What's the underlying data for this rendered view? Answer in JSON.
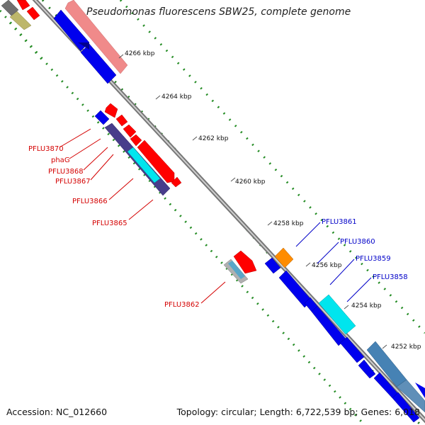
{
  "title": "Pseudomonas fluorescens SBW25, complete genome",
  "accession": "Accession: NC_012660",
  "summary": "Topology: circular; Length: 6,722,539 bp; Genes: 6,018",
  "ruler": {
    "ticks": [
      "4266 kbp",
      "4264 kbp",
      "4262 kbp",
      "4260 kbp",
      "4258 kbp",
      "4256 kbp",
      "4254 kbp",
      "4252 kbp"
    ]
  },
  "gene_labels": {
    "left": [
      "PFLU3870",
      "phaG",
      "PFLU3868",
      "PFLU3867",
      "PFLU3866",
      "PFLU3865",
      "PFLU3862"
    ],
    "right": [
      "PFLU3861",
      "PFLU3860",
      "PFLU3859",
      "PFLU3858"
    ]
  },
  "colors": {
    "forward_cds": "#ff0000",
    "reverse_cds": "#0000ee",
    "pink_track": "#f08a8a",
    "dark_slate": "#483d8b",
    "cyan": "#00e5ee",
    "orange": "#ff8c00",
    "steel": "#4682b4",
    "backbone": "#888888",
    "gc_dots": "#228b22"
  }
}
